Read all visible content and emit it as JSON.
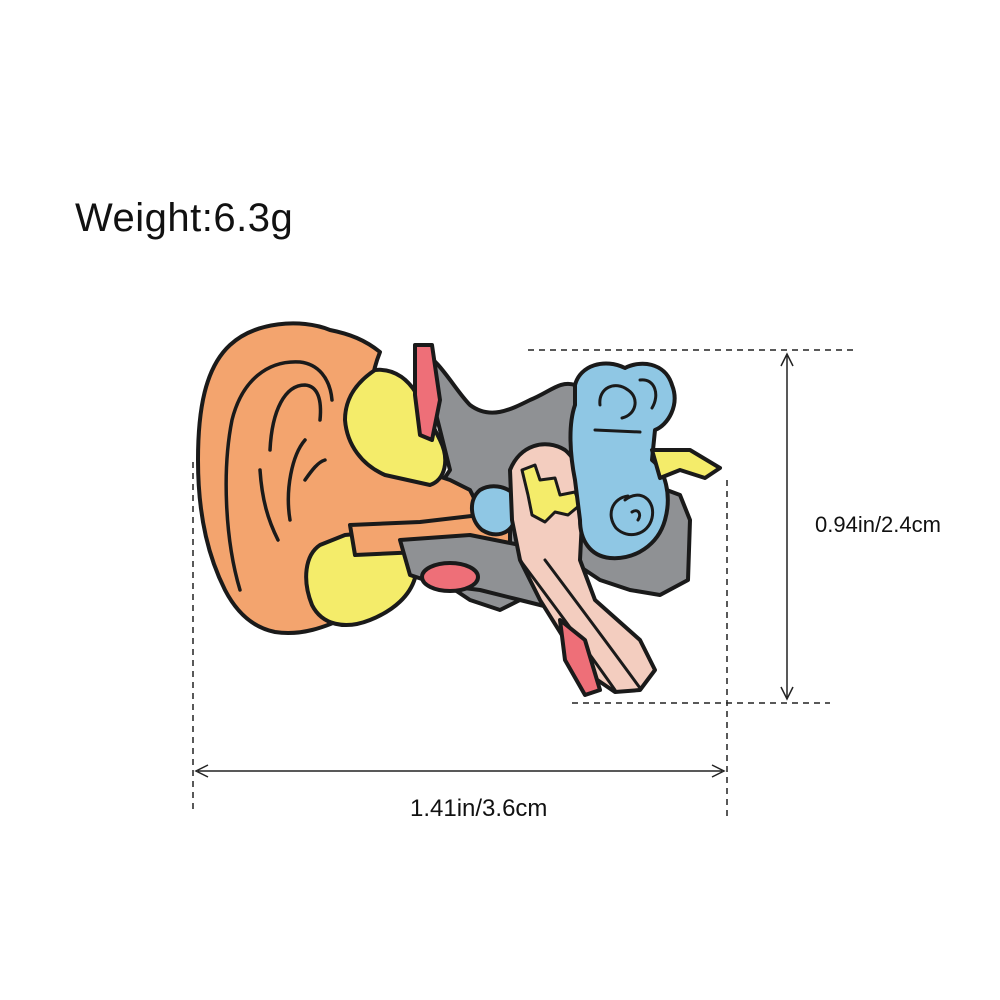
{
  "product": {
    "weight_text": "Weight:6.3g",
    "height_text": "0.94in/2.4cm",
    "width_text": "1.41in/3.6cm"
  },
  "colors": {
    "outer_ear": "#f3a46e",
    "cartilage": "#f4ec6a",
    "bone": "#8f9194",
    "inner_ear": "#8fc7e4",
    "tube": "#f3cdbf",
    "accent_pink": "#ee6f78",
    "outline": "#1a1a1a",
    "dimension_line": "#222222"
  }
}
